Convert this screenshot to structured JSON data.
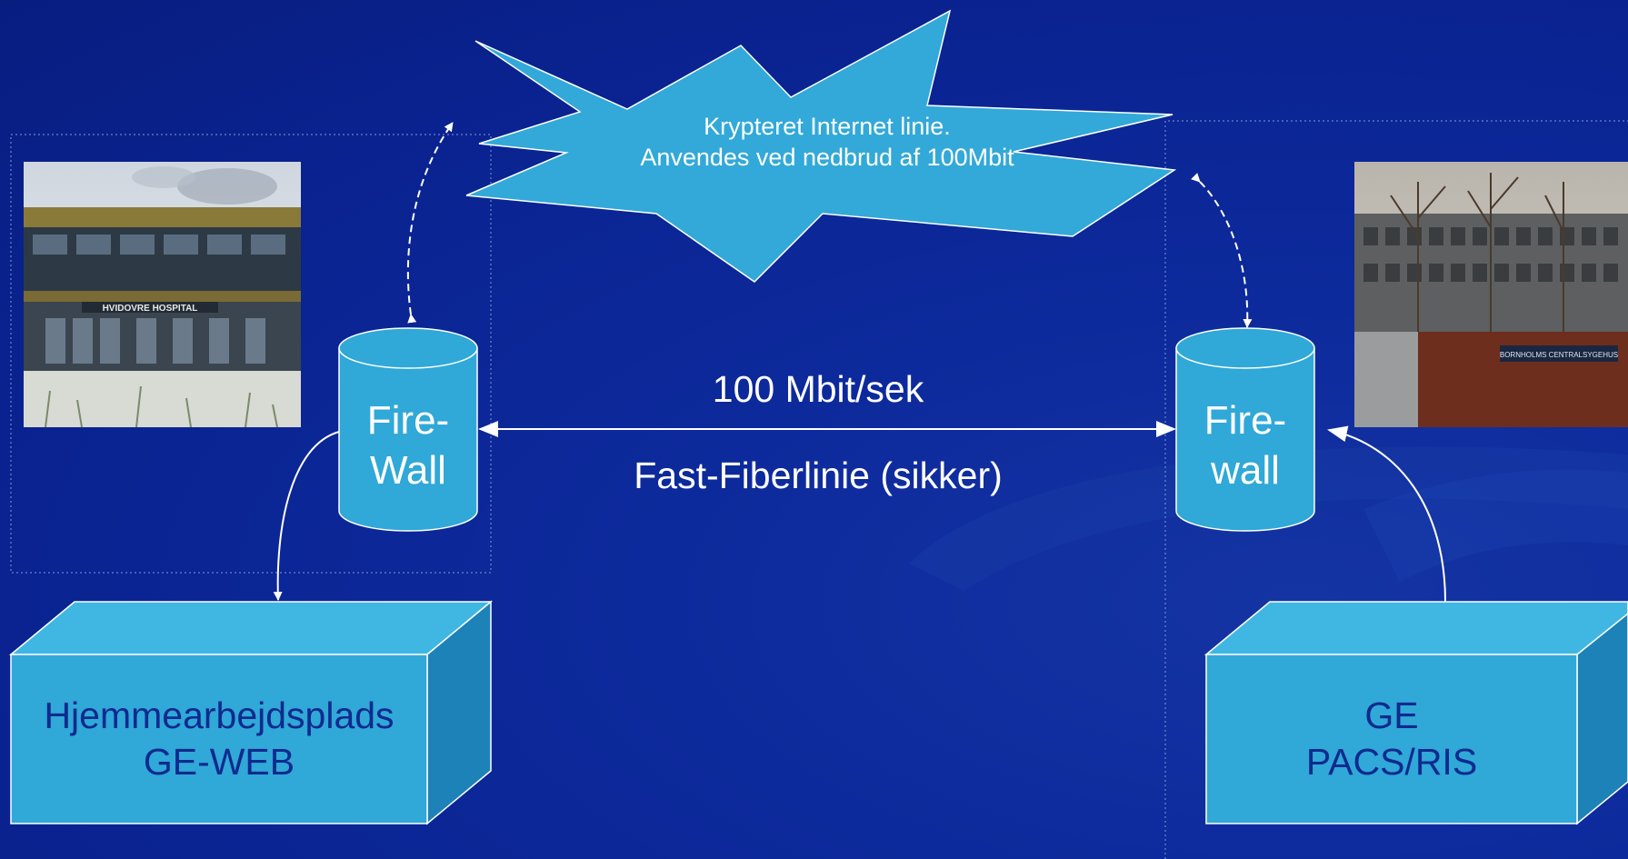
{
  "burst": {
    "line1": "Krypteret Internet linie.",
    "line2": "Anvendes ved nedbrud af 100Mbit"
  },
  "link": {
    "speed": "100 Mbit/sek",
    "type": "Fast-Fiberlinie (sikker)"
  },
  "firewall_left": {
    "line1": "Fire-",
    "line2": "Wall"
  },
  "firewall_right": {
    "line1": "Fire-",
    "line2": "wall"
  },
  "box_left": {
    "line1": "Hjemmearbejdsplads",
    "line2": "GE-WEB"
  },
  "box_right": {
    "line1": "GE",
    "line2": "PACS/RIS"
  },
  "photo_left": {
    "sign": "HVIDOVRE HOSPITAL"
  },
  "photo_right": {
    "sign": "BORNHOLMS CENTRALSYGEHUS"
  },
  "colors": {
    "background": "#0a2391",
    "shape_fill": "#30a8d8",
    "shape_dark": "#1d82b8",
    "line": "#ffffff",
    "box_text": "#0f2a8e"
  }
}
